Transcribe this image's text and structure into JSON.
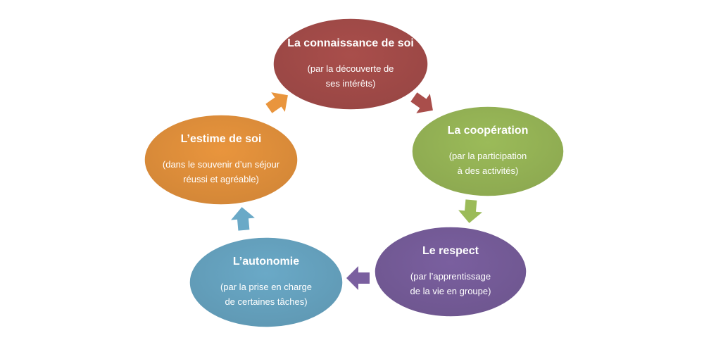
{
  "diagram": {
    "nodes": [
      {
        "id": "connaissance",
        "title": "La connaissance de soi",
        "lines": [
          "(par la découverte de",
          "ses intérêts)"
        ],
        "color": "#A94E4B"
      },
      {
        "id": "cooperation",
        "title": "La coopération",
        "lines": [
          "(par la participation",
          "à des activités)"
        ],
        "color": "#9BBB59"
      },
      {
        "id": "respect",
        "title": "Le respect",
        "lines": [
          "(par l’apprentissage",
          "de la vie en groupe)"
        ],
        "color": "#7A5F9F"
      },
      {
        "id": "autonomie",
        "title": "L’autonomie",
        "lines": [
          "(par la prise en charge",
          "de certaines tâches)"
        ],
        "color": "#6AA9C7"
      },
      {
        "id": "estime",
        "title": "L’estime de soi",
        "lines": [
          "(dans le souvenir d’un séjour",
          "réussi et agréable)"
        ],
        "color": "#E9953D"
      }
    ],
    "arrows": [
      {
        "id": "connaissance-to-cooperation",
        "color": "#A94E4B"
      },
      {
        "id": "cooperation-to-respect",
        "color": "#9BBB59"
      },
      {
        "id": "respect-to-autonomie",
        "color": "#7A5F9F"
      },
      {
        "id": "autonomie-to-estime",
        "color": "#6AA9C7"
      },
      {
        "id": "estime-to-connaissance",
        "color": "#E9953D"
      }
    ]
  }
}
